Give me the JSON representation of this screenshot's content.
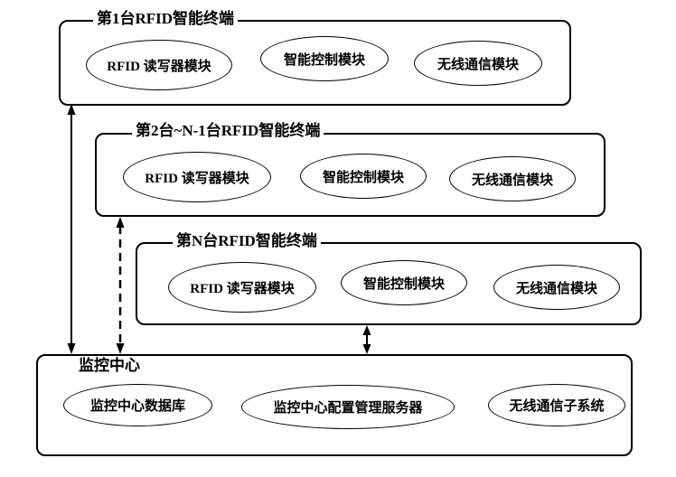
{
  "diagram": {
    "background_color": "#ffffff",
    "stroke_color": "#000000",
    "terminals": [
      {
        "label": "第1台RFID智能终端",
        "modules": [
          "RFID 读写器模块",
          "智能控制模块",
          "无线通信模块"
        ]
      },
      {
        "label": "第2台~N-1台RFID智能终端",
        "modules": [
          "RFID 读写器模块",
          "智能控制模块",
          "无线通信模块"
        ]
      },
      {
        "label": "第N台RFID智能终端",
        "modules": [
          "RFID 读写器模块",
          "智能控制模块",
          "无线通信模块"
        ]
      }
    ],
    "center": {
      "label": "监控中心",
      "modules": [
        "监控中心数据库",
        "监控中心配置管理服务器",
        "无线通信子系统"
      ]
    },
    "connections": [
      {
        "from": "第1台RFID智能终端",
        "to": "监控中心",
        "style": "solid",
        "bidirectional": true
      },
      {
        "from": "第2台~N-1台RFID智能终端",
        "to": "监控中心",
        "style": "dashed",
        "bidirectional": true
      },
      {
        "from": "第N台RFID智能终端",
        "to": "监控中心",
        "style": "solid",
        "bidirectional": true
      }
    ]
  }
}
